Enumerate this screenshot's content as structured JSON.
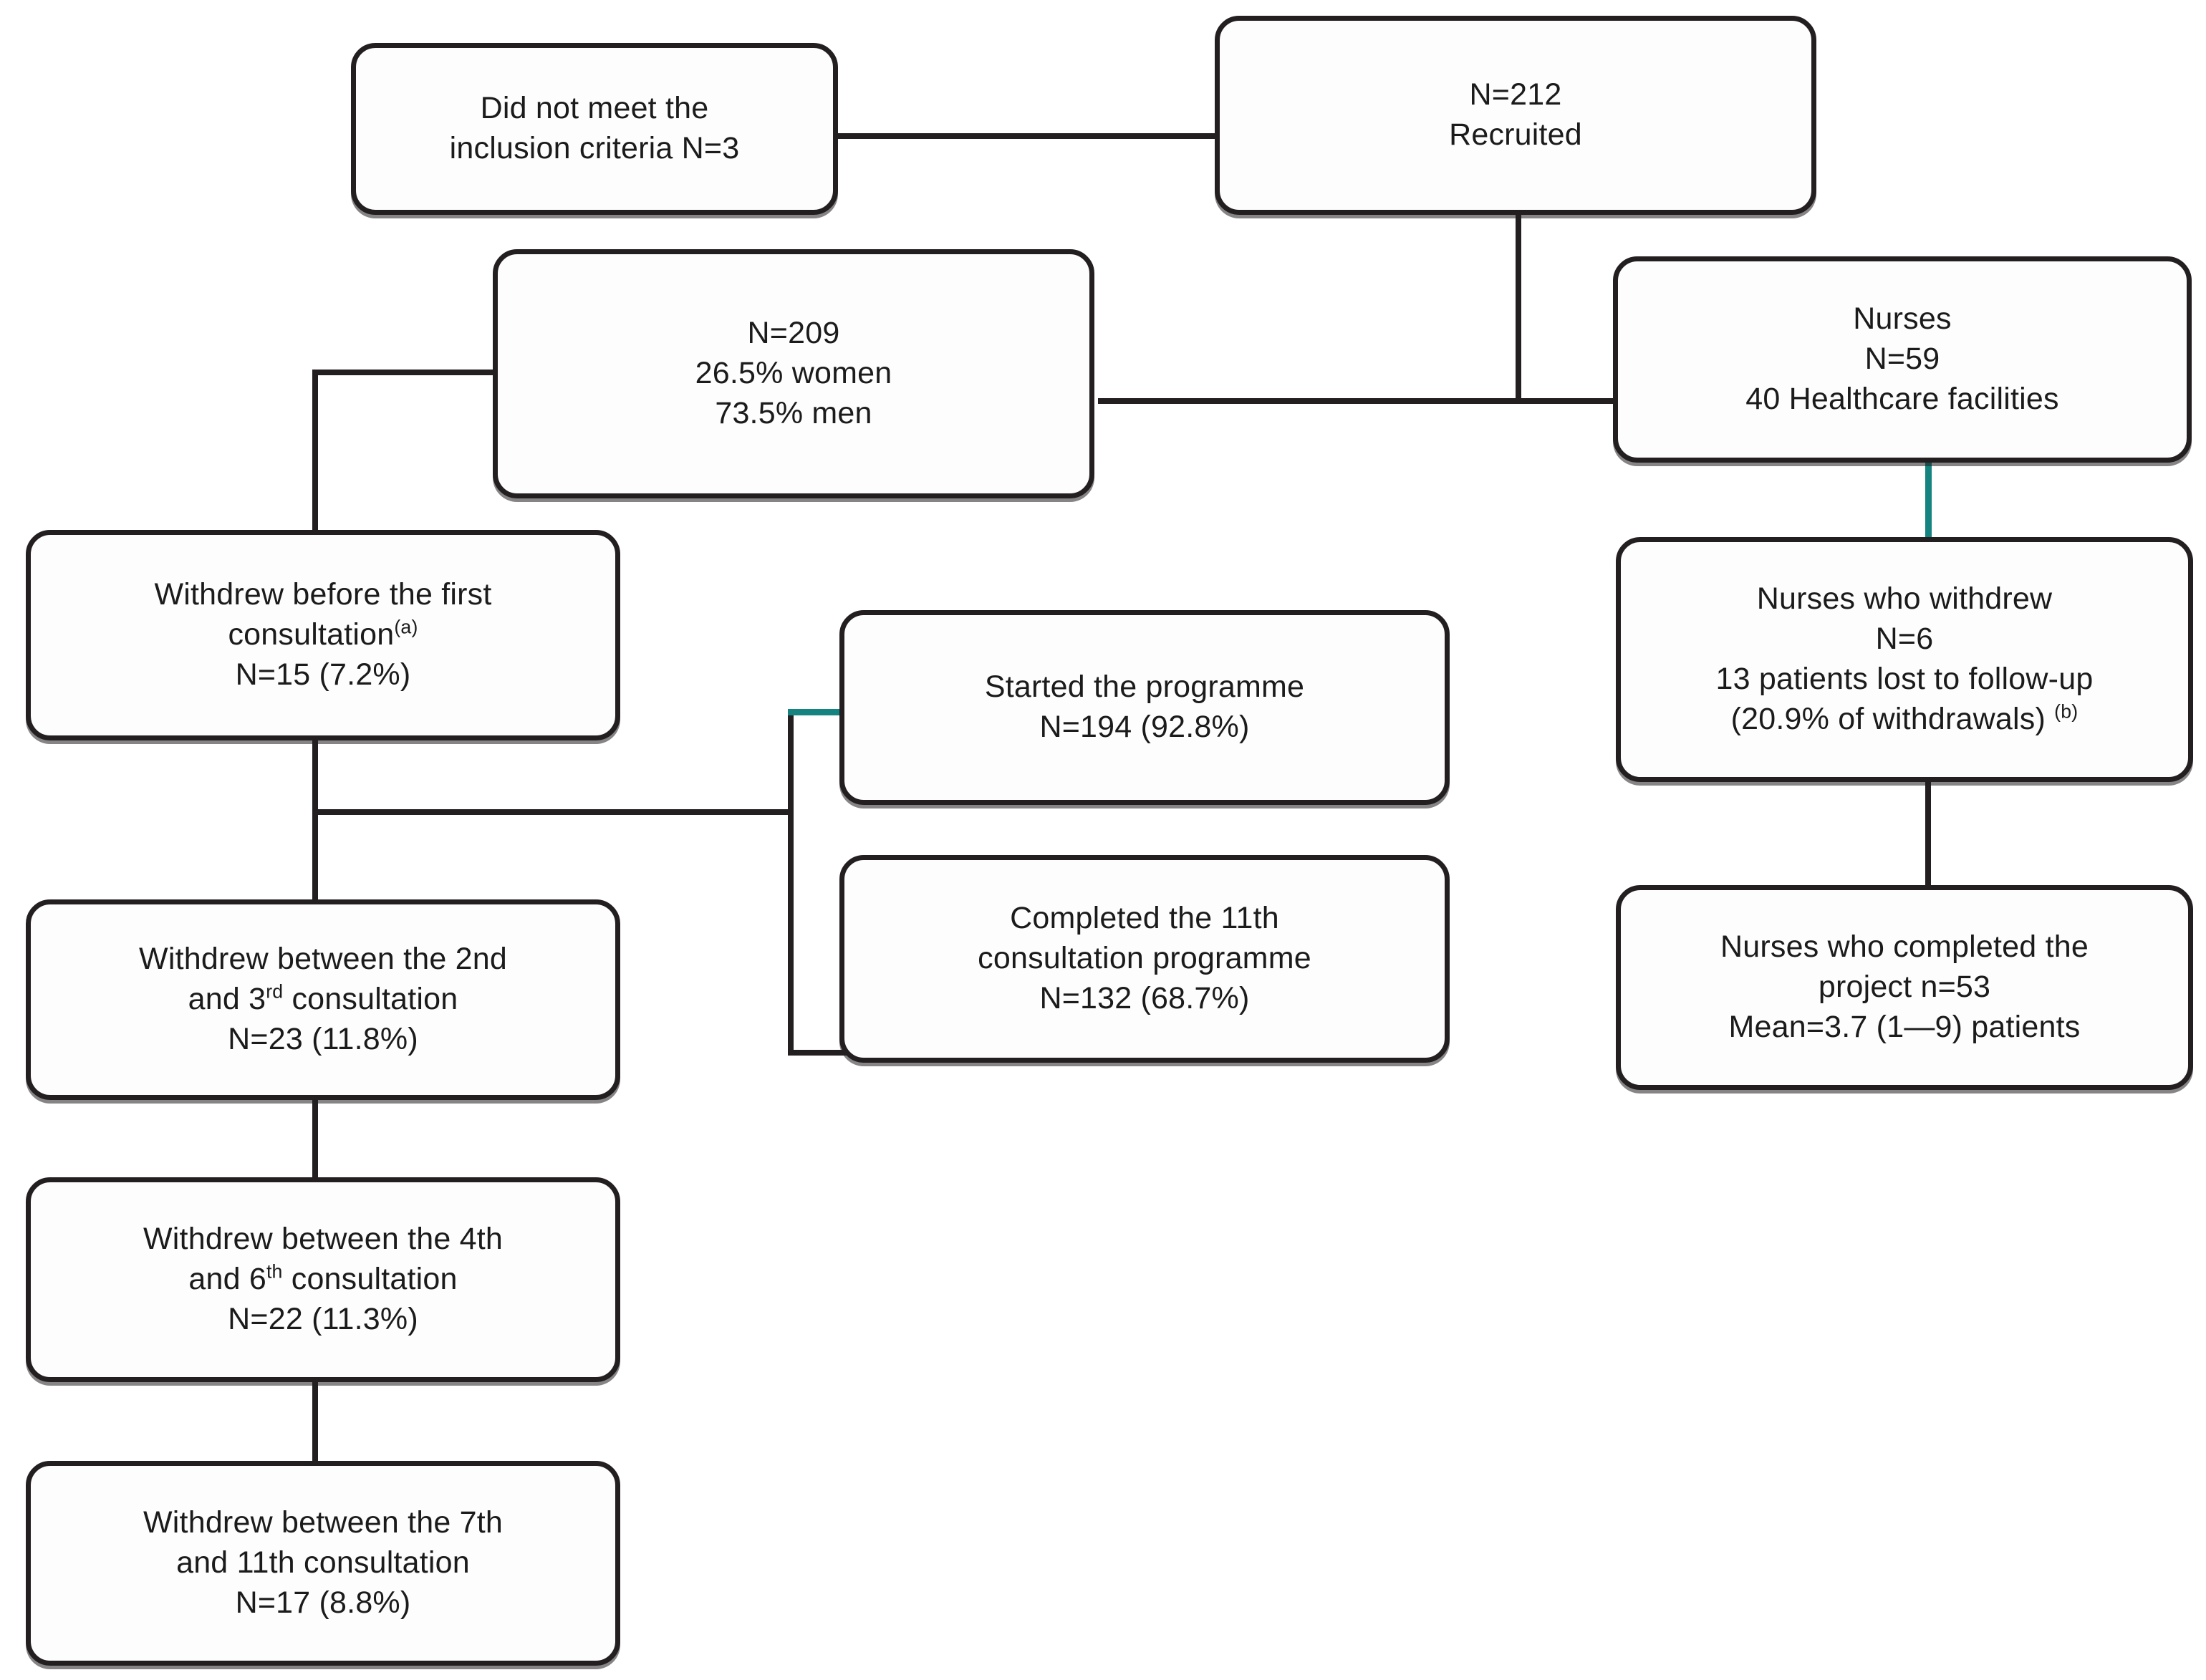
{
  "diagram": {
    "type": "flowchart",
    "title": "Participant and nurse flow through the consultation programme",
    "colors": {
      "box_border": "#231f20",
      "box_fill": "#fdfdfd",
      "connector": "#231f20",
      "accent_teal": "#15837f",
      "text": "#1b1b1b"
    },
    "nodes": [
      {
        "id": "recruited",
        "name": "recruited-box",
        "lines": [
          "N=212",
          "Recruited"
        ]
      },
      {
        "id": "not_eligible",
        "name": "did-not-meet-inclusion-box",
        "lines": [
          "Did not meet the",
          "inclusion criteria N=3"
        ]
      },
      {
        "id": "included",
        "name": "included-participants-box",
        "lines": [
          "N=209",
          "26.5% women",
          "73.5% men"
        ]
      },
      {
        "id": "nurses",
        "name": "nurses-box",
        "lines": [
          "Nurses",
          "N=59",
          "40 Healthcare facilities"
        ]
      },
      {
        "id": "withdrew_first",
        "name": "withdrew-before-first-consultation-box",
        "lines": [
          "Withdrew before the first",
          "consultation(a)",
          "N=15 (7.2%)"
        ],
        "footnote": "a"
      },
      {
        "id": "nurses_withdrew",
        "name": "nurses-who-withdrew-box",
        "lines": [
          "Nurses who withdrew",
          "N=6",
          "13 patients lost to follow-up",
          "(20.9% of withdrawals) (b)"
        ],
        "footnote": "b"
      },
      {
        "id": "started",
        "name": "started-programme-box",
        "lines": [
          "Started the programme",
          "N=194 (92.8%)"
        ]
      },
      {
        "id": "withdrew_2_3",
        "name": "withdrew-2nd-3rd-consultation-box",
        "lines": [
          "Withdrew between the 2nd",
          "and 3rd consultation",
          "N=23 (11.8%)"
        ],
        "ordinal_suffix": "rd"
      },
      {
        "id": "completed",
        "name": "completed-programme-box",
        "lines": [
          "Completed the 11th",
          "consultation programme",
          "N=132 (68.7%)"
        ]
      },
      {
        "id": "nurses_completed",
        "name": "nurses-who-completed-box",
        "lines": [
          "Nurses who completed the",
          "project n=53",
          "Mean=3.7 (1—9) patients"
        ]
      },
      {
        "id": "withdrew_4_6",
        "name": "withdrew-4th-6th-consultation-box",
        "lines": [
          "Withdrew between the 4th",
          "and 6th consultation",
          "N=22 (11.3%)"
        ],
        "ordinal_suffix": "th"
      },
      {
        "id": "withdrew_7_11",
        "name": "withdrew-7th-11th-consultation-box",
        "lines": [
          "Withdrew between the 7th",
          "and 11th consultation",
          "N=17 (8.8%)"
        ]
      }
    ],
    "boxes": {
      "recruited": {
        "line1": "N=212",
        "line2": "Recruited"
      },
      "not_eligible": {
        "line1": "Did not meet the",
        "line2": "inclusion criteria N=3"
      },
      "included": {
        "line1": "N=209",
        "line2": "26.5% women",
        "line3": "73.5% men"
      },
      "nurses": {
        "line1": "Nurses",
        "line2": "N=59",
        "line3": "40 Healthcare facilities"
      },
      "withdrew_first": {
        "line1": "Withdrew before the first",
        "line2_main": "consultation",
        "line2_sup": "(a)",
        "line3": "N=15 (7.2%)"
      },
      "nurses_withdrew": {
        "line1": "Nurses who withdrew",
        "line2": "N=6",
        "line3": "13 patients lost to follow-up",
        "line4_main": "(20.9% of withdrawals)",
        "line4_sup": "(b)"
      },
      "started": {
        "line1": "Started the programme",
        "line2": "N=194 (92.8%)"
      },
      "withdrew_2_3": {
        "line1": "Withdrew between the 2nd",
        "line2_pre": "and 3",
        "line2_sup": "rd",
        "line2_post": " consultation",
        "line3": "N=23 (11.8%)"
      },
      "completed": {
        "line1": "Completed the 11th",
        "line2": "consultation programme",
        "line3": "N=132 (68.7%)"
      },
      "nurses_completed": {
        "line1": "Nurses who completed the",
        "line2": "project n=53",
        "line3": "Mean=3.7 (1—9) patients"
      },
      "withdrew_4_6": {
        "line1": "Withdrew between the 4th",
        "line2_pre": "and 6",
        "line2_sup": "th",
        "line2_post": " consultation",
        "line3": "N=22 (11.3%)"
      },
      "withdrew_7_11": {
        "line1": "Withdrew between the 7th",
        "line2": "and 11th consultation",
        "line3": "N=17 (8.8%)"
      }
    },
    "edges": [
      {
        "name": "recruited-to-not-eligible",
        "from": "recruited",
        "to": "not_eligible",
        "style": "straight-horizontal"
      },
      {
        "name": "recruited-to-included",
        "from": "recruited",
        "to": "included",
        "style": "orthogonal"
      },
      {
        "name": "included-to-nurses",
        "from": "included",
        "to": "nurses",
        "style": "straight-horizontal"
      },
      {
        "name": "included-to-withdrew-first",
        "from": "included",
        "to": "withdrew_first",
        "style": "orthogonal"
      },
      {
        "name": "nurses-to-nurses-withdrew",
        "from": "nurses",
        "to": "nurses_withdrew",
        "style": "straight-vertical",
        "color": "accent_teal"
      },
      {
        "name": "nurses-withdrew-to-nurses-completed",
        "from": "nurses_withdrew",
        "to": "nurses_completed",
        "style": "straight-vertical"
      },
      {
        "name": "withdrew-first-to-started-and-completed",
        "from": "withdrew_first",
        "to": "started",
        "style": "branching-bracket"
      },
      {
        "name": "withdrew-first-to-withdrew-2-3",
        "from": "withdrew_first",
        "to": "withdrew_2_3",
        "style": "straight-vertical"
      },
      {
        "name": "withdrew-2-3-to-withdrew-4-6",
        "from": "withdrew_2_3",
        "to": "withdrew_4_6",
        "style": "straight-vertical"
      },
      {
        "name": "withdrew-4-6-to-withdrew-7-11",
        "from": "withdrew_4_6",
        "to": "withdrew_7_11",
        "style": "straight-vertical"
      }
    ]
  }
}
